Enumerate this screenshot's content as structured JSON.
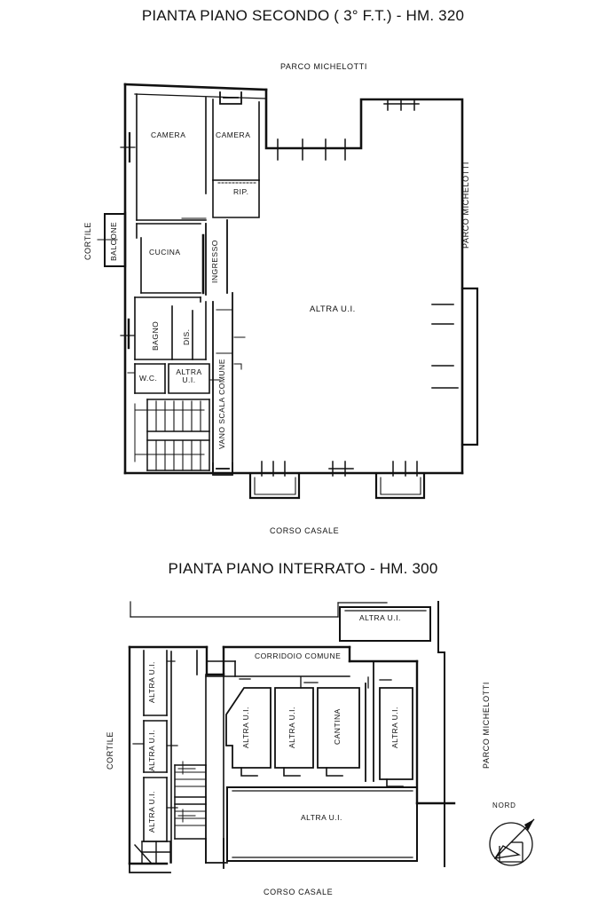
{
  "document": {
    "kind": "floor-plan-sheet",
    "background": "#ffffff",
    "ink": "#111111"
  },
  "plans": [
    {
      "id": "piano-secondo",
      "title": "PIANTA PIANO SECONDO ( 3° F.T.) - HM. 320",
      "context_labels": {
        "top": "PARCO MICHELOTTI",
        "right": "PARCO MICHELOTTI",
        "bottom": "CORSO CASALE",
        "left": "CORTILE"
      },
      "rooms": [
        {
          "name": "CAMERA",
          "orientation": "horizontal"
        },
        {
          "name": "CAMERA",
          "orientation": "horizontal"
        },
        {
          "name": "RIP.",
          "orientation": "horizontal"
        },
        {
          "name": "CUCINA",
          "orientation": "horizontal"
        },
        {
          "name": "INGRESSO",
          "orientation": "vertical"
        },
        {
          "name": "BAGNO",
          "orientation": "vertical"
        },
        {
          "name": "DIS.",
          "orientation": "vertical"
        },
        {
          "name": "W.C.",
          "orientation": "horizontal"
        },
        {
          "name": "ALTRA U.I.",
          "orientation": "horizontal"
        },
        {
          "name": "VANO SCALA COMUNE",
          "orientation": "vertical"
        },
        {
          "name": "ALTRA U.I.",
          "orientation": "horizontal"
        },
        {
          "name": "BALCONE",
          "orientation": "vertical"
        }
      ],
      "labels": {
        "camera_1": "CAMERA",
        "camera_2": "CAMERA",
        "rip": "RIP.",
        "cucina": "CUCINA",
        "ingresso": "INGRESSO",
        "bagno": "BAGNO",
        "dis": "DIS.",
        "wc": "W.C.",
        "altra_ui_small_line1": "ALTRA",
        "altra_ui_small_line2": "U.I.",
        "vano_scala": "VANO SCALA COMUNE",
        "altra_ui_main": "ALTRA U.I.",
        "balcone": "BALCONE"
      }
    },
    {
      "id": "piano-interrato",
      "title": "PIANTA PIANO INTERRATO - HM. 300",
      "context_labels": {
        "right": "PARCO MICHELOTTI",
        "bottom": "CORSO CASALE",
        "left": "CORTILE"
      },
      "labels": {
        "altra_ui_top_right": "ALTRA U.I.",
        "corridoio": "CORRIDOIO COMUNE",
        "altra_ui_left_1": "ALTRA U.I.",
        "altra_ui_left_2": "ALTRA U.I.",
        "altra_ui_left_3": "ALTRA U.I.",
        "altra_ui_cell_1": "ALTRA U.I.",
        "altra_ui_cell_2": "ALTRA U.I.",
        "cantina": "CANTINA",
        "altra_ui_cell_4": "ALTRA U.I.",
        "altra_ui_bottom": "ALTRA U.I."
      },
      "rooms": [
        {
          "name": "ALTRA U.I.",
          "orientation": "horizontal"
        },
        {
          "name": "CORRIDOIO COMUNE",
          "orientation": "horizontal"
        },
        {
          "name": "ALTRA U.I.",
          "orientation": "vertical"
        },
        {
          "name": "ALTRA U.I.",
          "orientation": "vertical"
        },
        {
          "name": "ALTRA U.I.",
          "orientation": "vertical"
        },
        {
          "name": "ALTRA U.I.",
          "orientation": "vertical"
        },
        {
          "name": "ALTRA U.I.",
          "orientation": "vertical"
        },
        {
          "name": "CANTINA",
          "orientation": "vertical"
        },
        {
          "name": "ALTRA U.I.",
          "orientation": "vertical"
        },
        {
          "name": "ALTRA U.I.",
          "orientation": "horizontal"
        }
      ]
    }
  ],
  "compass": {
    "label": "NORD",
    "direction": "north-east"
  }
}
